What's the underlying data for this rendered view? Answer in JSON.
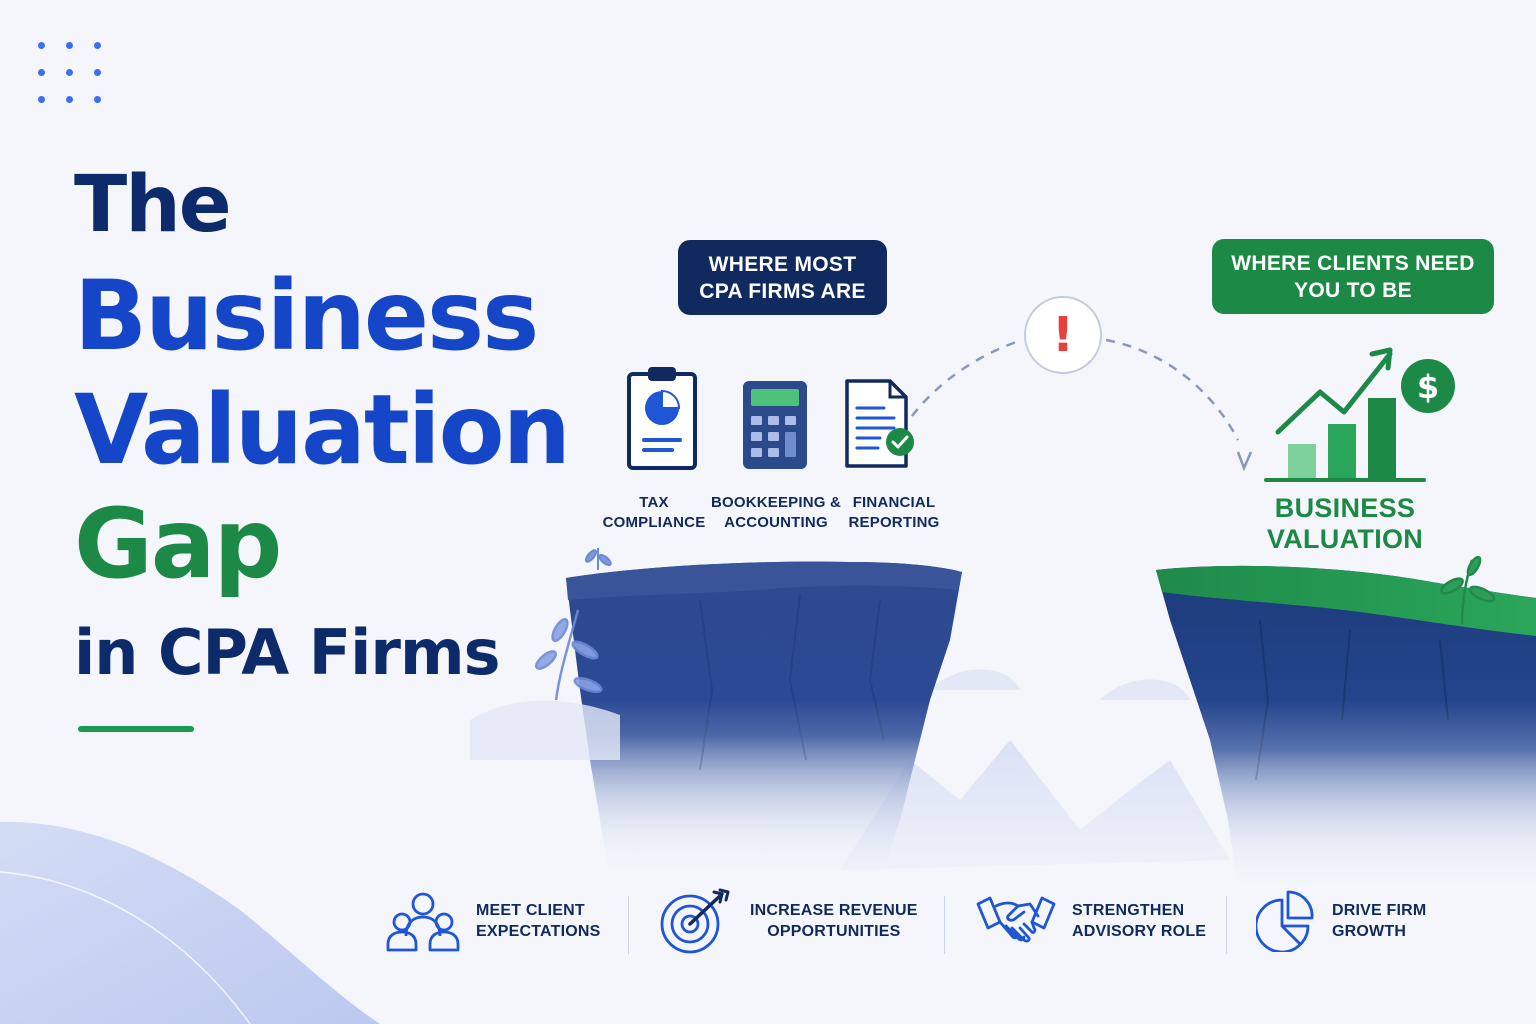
{
  "title": {
    "line1": "The",
    "line2": "Business",
    "line3": "Valuation",
    "line4": "Gap",
    "line5": "in CPA Firms"
  },
  "current_state": {
    "label_line1": "WHERE MOST",
    "label_line2": "CPA FIRMS ARE",
    "services": [
      {
        "icon": "clipboard-chart-icon",
        "line1": "TAX",
        "line2": "COMPLIANCE"
      },
      {
        "icon": "calculator-icon",
        "line1": "BOOKKEEPING &",
        "line2": "ACCOUNTING"
      },
      {
        "icon": "document-check-icon",
        "line1": "FINANCIAL",
        "line2": "REPORTING"
      }
    ]
  },
  "target_state": {
    "label_line1": "WHERE CLIENTS NEED",
    "label_line2": "YOU TO BE",
    "icon": "growth-chart-dollar-icon",
    "service_line1": "BUSINESS",
    "service_line2": "VALUATION"
  },
  "gap_marker": {
    "icon": "exclamation-icon",
    "symbol": "!"
  },
  "benefits": [
    {
      "icon": "people-group-icon",
      "line1": "MEET CLIENT",
      "line2": "EXPECTATIONS"
    },
    {
      "icon": "target-arrow-icon",
      "line1": "INCREASE REVENUE",
      "line2": "OPPORTUNITIES"
    },
    {
      "icon": "handshake-icon",
      "line1": "STRENGTHEN",
      "line2": "ADVISORY ROLE"
    },
    {
      "icon": "pie-chart-icon",
      "line1": "DRIVE FIRM",
      "line2": "GROWTH"
    }
  ],
  "colors": {
    "navy": "#10295e",
    "blue": "#1646c8",
    "green": "#1c8a46",
    "alert_red": "#e8403a",
    "background": "#f4f6fb"
  }
}
